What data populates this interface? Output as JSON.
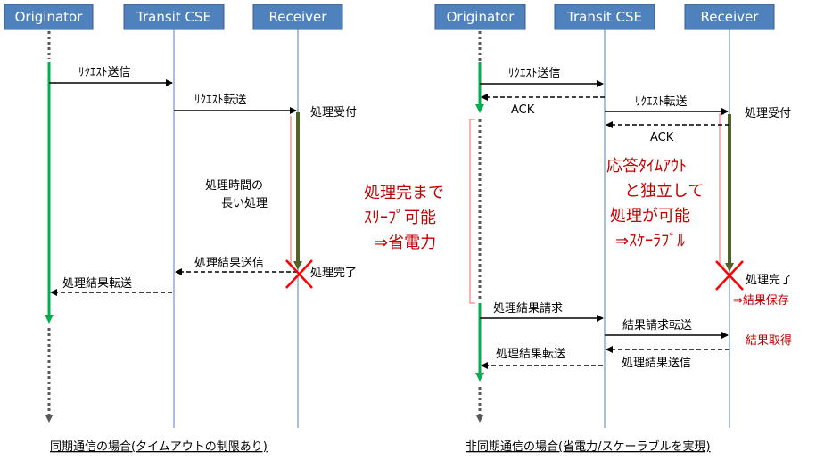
{
  "colors": {
    "header_fill": "#4f81bd",
    "lifeline": "#4f81bd",
    "active_green": "#00b050",
    "processing_bar": "#4f6228",
    "highlight_red": "#c00000",
    "cross_red": "#ff0000"
  },
  "left": {
    "headers": [
      "Originator",
      "Transit CSE",
      "Receiver"
    ],
    "messages": {
      "request_send": "ﾘｸｴｽﾄ送信",
      "request_forward": "ﾘｸｴｽﾄ転送",
      "result_send": "処理結果送信",
      "result_forward": "処理結果転送"
    },
    "notes": {
      "accept": "処理受付",
      "long_1": "処理時間の",
      "long_2": "長い処理",
      "complete": "処理完了"
    },
    "caption": "同期通信の場合(タイムアウトの制限あり)"
  },
  "right": {
    "headers": [
      "Originator",
      "Transit CSE",
      "Receiver"
    ],
    "messages": {
      "request_send": "ﾘｸｴｽﾄ送信",
      "ack_1": "ACK",
      "request_forward": "ﾘｸｴｽﾄ転送",
      "ack_2": "ACK",
      "result_request": "処理結果請求",
      "result_request_forward": "結果請求転送",
      "result_send": "処理結果送信",
      "result_forward": "処理結果転送"
    },
    "notes": {
      "accept": "処理受付",
      "complete": "処理完了",
      "save": "⇒結果保存",
      "get": "結果取得"
    },
    "sleep": {
      "line1": "処理完まで",
      "line2": "ｽﾘｰﾌﾟ可能",
      "line3": "⇒省電力"
    },
    "timeout": {
      "line1": "応答ﾀｲﾑｱｳﾄ",
      "line2": "と独立して",
      "line3": "処理が可能",
      "line4": "⇒ｽｹｰﾗﾌﾞﾙ"
    },
    "caption": "非同期通信の場合(省電力/スケーラブルを実現)"
  }
}
